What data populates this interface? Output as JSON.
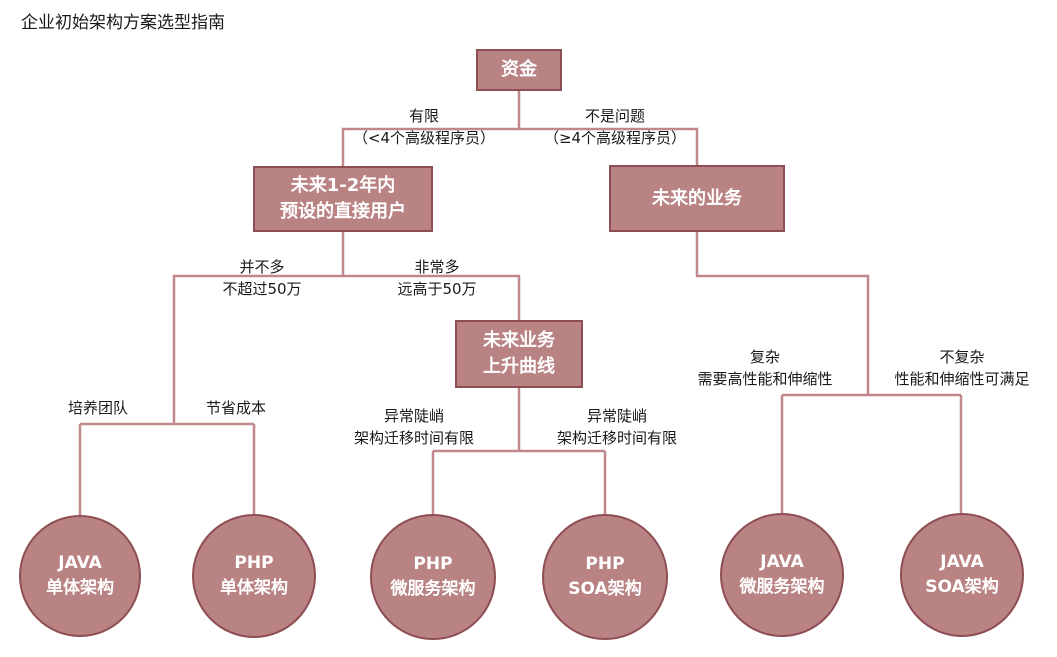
{
  "title": "企业初始架构方案选型指南",
  "colors": {
    "node_fill": "#b98283",
    "node_border": "#8e4f54",
    "line": "#c1888c",
    "text": "#1a1a1a"
  },
  "nodes": {
    "capital": "资金",
    "users_1": "未来1-2年内",
    "users_2": "预设的直接用户",
    "business": "未来的业务",
    "curve_1": "未来业务",
    "curve_2": "上升曲线"
  },
  "edges": {
    "limited_1": "有限",
    "limited_2": "（<4个高级程序员）",
    "noproblem_1": "不是问题",
    "noproblem_2": "（≥4个高级程序员）",
    "few_1": "并不多",
    "few_2": "不超过50万",
    "many_1": "非常多",
    "many_2": "远高于50万",
    "train": "培养团队",
    "save": "节省成本",
    "steep_a_1": "异常陡峭",
    "steep_a_2": "架构迁移时间有限",
    "steep_b_1": "异常陡峭",
    "steep_b_2": "架构迁移时间有限",
    "complex_1": "复杂",
    "complex_2": "需要高性能和伸缩性",
    "notcomplex_1": "不复杂",
    "notcomplex_2": "性能和伸缩性可满足"
  },
  "outcomes": [
    {
      "line1": "JAVA",
      "line2": "单体架构"
    },
    {
      "line1": "PHP",
      "line2": "单体架构"
    },
    {
      "line1": "PHP",
      "line2": "微服务架构"
    },
    {
      "line1": "PHP",
      "line2": "SOA架构"
    },
    {
      "line1": "JAVA",
      "line2": "微服务架构"
    },
    {
      "line1": "JAVA",
      "line2": "SOA架构"
    }
  ]
}
